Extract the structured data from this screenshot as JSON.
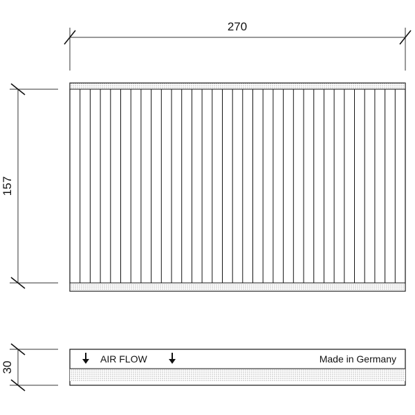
{
  "dimensions": {
    "width_label": "270",
    "height_label": "157",
    "depth_label": "30"
  },
  "side_view": {
    "airflow_label": "AIR FLOW",
    "origin_label": "Made in Germany",
    "arrow_icon": "arrow-down-icon"
  },
  "filter": {
    "pleat_count": 33
  },
  "colors": {
    "line": "#111111",
    "dim_line": "#333333",
    "stipple": "#555555",
    "background": "#ffffff"
  }
}
